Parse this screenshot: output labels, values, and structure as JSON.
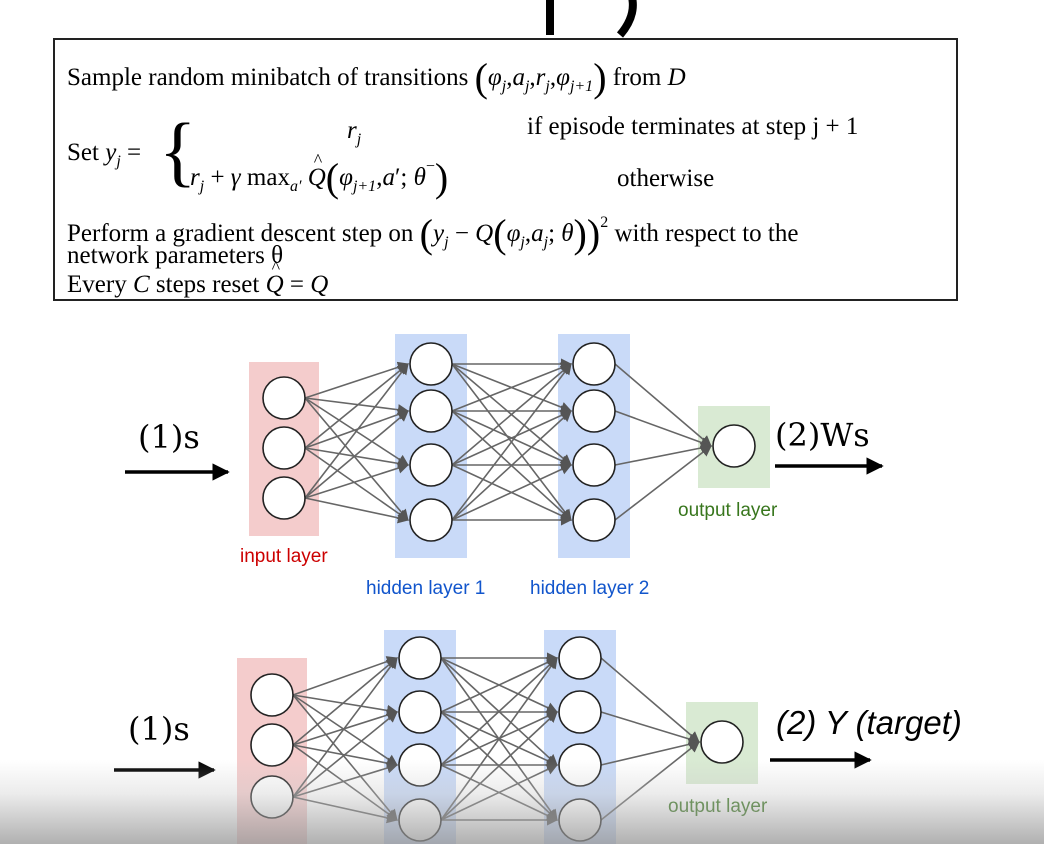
{
  "algorithm": {
    "line1_text": "Sample random minibatch of transitions",
    "line1_from": "from",
    "line1_D": "D",
    "set_label": "Set",
    "case1_value": "r",
    "case1_condition": "if episode terminates at step j + 1",
    "case2_condition": "otherwise",
    "line3_text": "Perform a gradient descent step on",
    "line3_rest": "with respect to the",
    "line4_text": "network parameters θ",
    "line5_text": "Every",
    "line5_C": "C",
    "line5_rest": "steps reset"
  },
  "diagram": {
    "top_network": {
      "input_label": "(1)s",
      "output_label": "(2)Ws",
      "input_layer_label": "input layer",
      "hidden1_label": "hidden layer 1",
      "hidden2_label": "hidden layer 2",
      "output_layer_label": "output layer"
    },
    "bottom_network": {
      "input_label": "(1)s",
      "output_label": "(2) Y (target)",
      "output_layer_label": "output layer"
    }
  },
  "colors": {
    "input_layer": "#f4cccc",
    "hidden_layer": "#c9daf8",
    "output_layer": "#d9ead3",
    "input_text": "#cc0000",
    "hidden_text": "#1155cc",
    "output_text": "#38761d"
  }
}
